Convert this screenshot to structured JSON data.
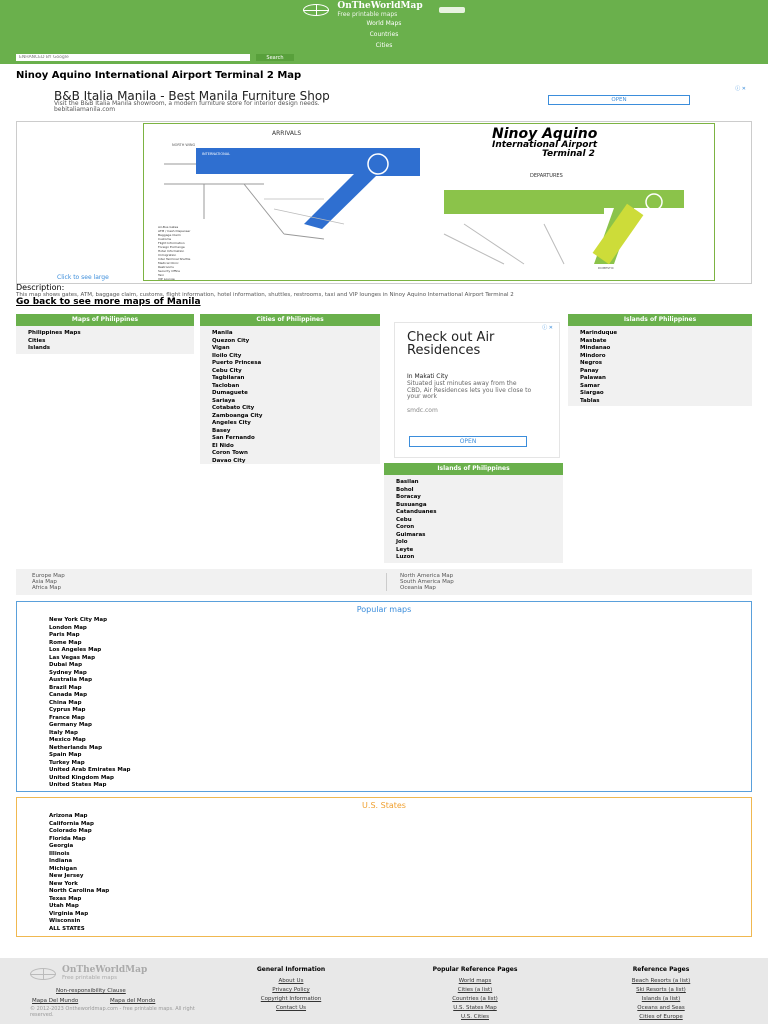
{
  "header": {
    "logo_title": "OnTheWorldMap",
    "logo_subtitle": "Free printable maps",
    "nav": [
      "World Maps",
      "Countries",
      "Cities"
    ],
    "search_placeholder": "ENHANCED BY Google",
    "search_button": "Search"
  },
  "page_title": "Ninoy Aquino International Airport Terminal 2 Map",
  "top_ad": {
    "title": "B&B Italia Manila - Best Manila Furniture Shop",
    "desc": "Visit the B&B Italia Manila showroom, a modern furniture store for interior design needs.",
    "url": "bebitaliamanila.com",
    "button": "OPEN"
  },
  "map": {
    "title_line1": "Ninoy Aquino",
    "title_line2": "International Airport",
    "title_line3": "Terminal 2",
    "arrivals": "ARRIVALS",
    "departures": "DEPARTURES",
    "international": "INTERNATIONAL",
    "domestic": "DOMESTIC",
    "north_wing": "NORTH WING",
    "legend": [
      "Air-Bus Gates",
      "ATM / Cash Dispenser",
      "Baggage Claim",
      "Customs",
      "Flight Information",
      "Foreign Exchange",
      "Hotel Information",
      "Immigration",
      "Inter Terminal Shuttle",
      "Medical Clinic",
      "Restrooms",
      "Security Office",
      "Taxi",
      "VIP Lounge"
    ],
    "click_large": "Click to see large"
  },
  "description": {
    "heading": "Description:",
    "text": "This map shows gates, ATM, baggage claim, customs, flight information, hotel information, shuttles, restrooms, taxi and VIP lounges in Ninoy Aquino International Airport Terminal 2"
  },
  "go_back": "Go back to see more maps of Manila",
  "maps_of_philippines": {
    "heading": "Maps of Philippines",
    "items": [
      "Philippines Maps",
      "Cities",
      "Islands"
    ]
  },
  "cities_of_philippines": {
    "heading": "Cities of Philippines",
    "items": [
      "Manila",
      "Quezon City",
      "Vigan",
      "Iloilo City",
      "Puerto Princesa",
      "Cebu City",
      "Tagbilaran",
      "Tacloban",
      "Dumaguete",
      "Sariaya",
      "Cotabato City",
      "Zamboanga City",
      "Angeles City",
      "Basey",
      "San Fernando",
      "El Nido",
      "Coron Town",
      "Davao City"
    ]
  },
  "mid_ad": {
    "headline": "Check out Air Residences",
    "location": "In Makati City",
    "desc": "Situated just minutes away from the CBD, Air Residences lets you live close to your work",
    "site": "smdc.com",
    "button": "OPEN"
  },
  "islands_col_right": {
    "heading": "Islands of Philippines",
    "items": [
      "Marinduque",
      "Masbate",
      "Mindanao",
      "Mindoro",
      "Negros",
      "Panay",
      "Palawan",
      "Samar",
      "Siargao",
      "Tablas"
    ]
  },
  "islands_col_mid": {
    "heading": "Islands of Philippines",
    "items": [
      "Basilan",
      "Bohol",
      "Boracay",
      "Busuanga",
      "Catanduanes",
      "Cebu",
      "Coron",
      "Guimaras",
      "Jolo",
      "Leyte",
      "Luzon"
    ]
  },
  "continents": {
    "left": [
      "Europe Map",
      "Asia Map",
      "Africa Map"
    ],
    "right": [
      "North America Map",
      "South America Map",
      "Oceania Map"
    ]
  },
  "popular_maps": {
    "heading": "Popular maps",
    "items": [
      "New York City Map",
      "London Map",
      "Paris Map",
      "Rome Map",
      "Los Angeles Map",
      "Las Vegas Map",
      "Dubai Map",
      "Sydney Map",
      "Australia Map",
      "Brazil Map",
      "Canada Map",
      "China Map",
      "Cyprus Map",
      "France Map",
      "Germany Map",
      "Italy Map",
      "Mexico Map",
      "Netherlands Map",
      "Spain Map",
      "Turkey Map",
      "United Arab Emirates Map",
      "United Kingdom Map",
      "United States Map"
    ]
  },
  "us_states": {
    "heading": "U.S. States",
    "items": [
      "Arizona Map",
      "California Map",
      "Colorado Map",
      "Florida Map",
      "Georgia",
      "Illinois",
      "Indiana",
      "Michigan",
      "New Jersey",
      "New York",
      "North Carolina Map",
      "Texas Map",
      "Utah Map",
      "Virginia Map",
      "Wisconsin",
      "ALL STATES"
    ]
  },
  "footer": {
    "logo_title": "OnTheWorldMap",
    "logo_subtitle": "Free printable maps",
    "non_resp": "Non-responsibility Clause",
    "mapa1": "Mapa Del Mundo",
    "mapa2": "Mapa del Mondo",
    "copyright": "© 2012-2023 Ontheworldmap.com - free printable maps. All right reserved.",
    "general": {
      "heading": "General Information",
      "items": [
        "About Us",
        "Privacy Policy",
        "Copyright Information",
        "Contact Us"
      ]
    },
    "popular_ref": {
      "heading": "Popular Reference Pages",
      "items": [
        "World maps",
        "Cities (a list)",
        "Countries (a list)",
        "U.S. States Map",
        "U.S. Cities"
      ]
    },
    "reference": {
      "heading": "Reference Pages",
      "items": [
        "Beach Resorts (a list)",
        "Ski Resorts (a list)",
        "Islands (a list)",
        "Oceans and Seas",
        "Cities of Europe"
      ]
    }
  },
  "colors": {
    "brand_green": "#6ab04c",
    "link_blue": "#3b8ddb",
    "popular_border": "#5aa0db",
    "states_border": "#f0b850"
  }
}
